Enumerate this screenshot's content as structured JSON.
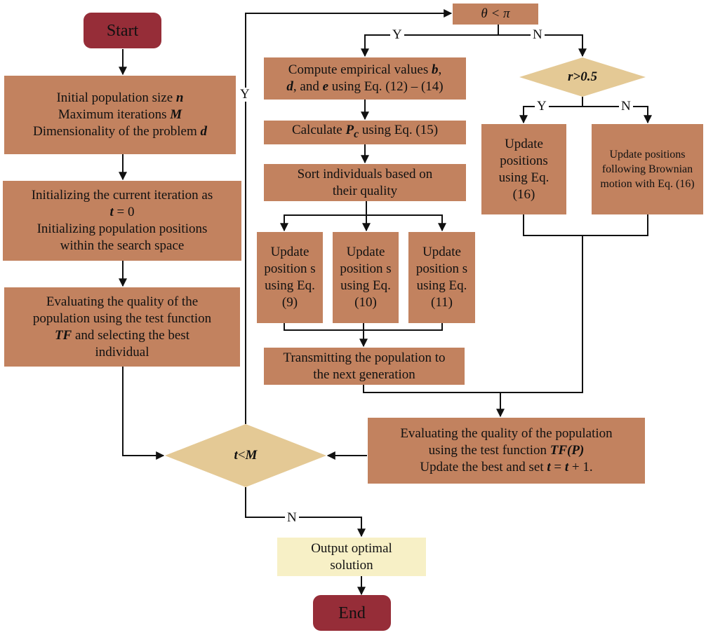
{
  "flow": {
    "start": "Start",
    "end": "End",
    "init_params": {
      "l1": "Initial population size",
      "l1v": "n",
      "l2": "Maximum iterations",
      "l2v": "M",
      "l3": "Dimensionality of the problem",
      "l3v": "d"
    },
    "init_iter": {
      "l1": "Initializing the current iteration as",
      "l2v": "t",
      "l2": " = 0",
      "l3": "Initializing population positions",
      "l4": "within the search space"
    },
    "evaluate_init": {
      "l1": "Evaluating the quality of the",
      "l2": "population using the test function",
      "l3v": "TF",
      "l3": " and selecting the best",
      "l4": "individual"
    },
    "loop_decision": {
      "v1": "t",
      "op": "<",
      "v2": "M"
    },
    "theta_decision": "θ < π",
    "empirical": {
      "l1a": "Compute empirical values ",
      "l1v": "b",
      "l1b": ",",
      "l2v1": "d",
      "l2a": ", and ",
      "l2v2": "e",
      "l2b": " using Eq. (12) – (14)"
    },
    "pc": {
      "a": "Calculate ",
      "v": "P",
      "sub": "c",
      "b": " using Eq. (15)"
    },
    "sort": "Sort individuals based on their quality",
    "update_9": "Update position s using Eq. (9)",
    "update_10": "Update position s using Eq. (10)",
    "update_11": "Update position s using Eq. (11)",
    "transmit": "Transmitting the population to the next generation",
    "r_decision": {
      "v": "r>0.5"
    },
    "update_16": "Update positions using Eq. (16)",
    "brownian": "Update positions following Brownian motion with Eq. (16)",
    "evaluate_loop": {
      "l1": "Evaluating the quality of the population",
      "l2a": "using the test function ",
      "l2v": "TF(P)",
      "l3a": "Update the best and set ",
      "l3v1": "t",
      "l3b": " = ",
      "l3v2": "t",
      "l3c": " + 1."
    },
    "output": "Output optimal solution",
    "labels": {
      "yes": "Y",
      "no": "N"
    }
  }
}
